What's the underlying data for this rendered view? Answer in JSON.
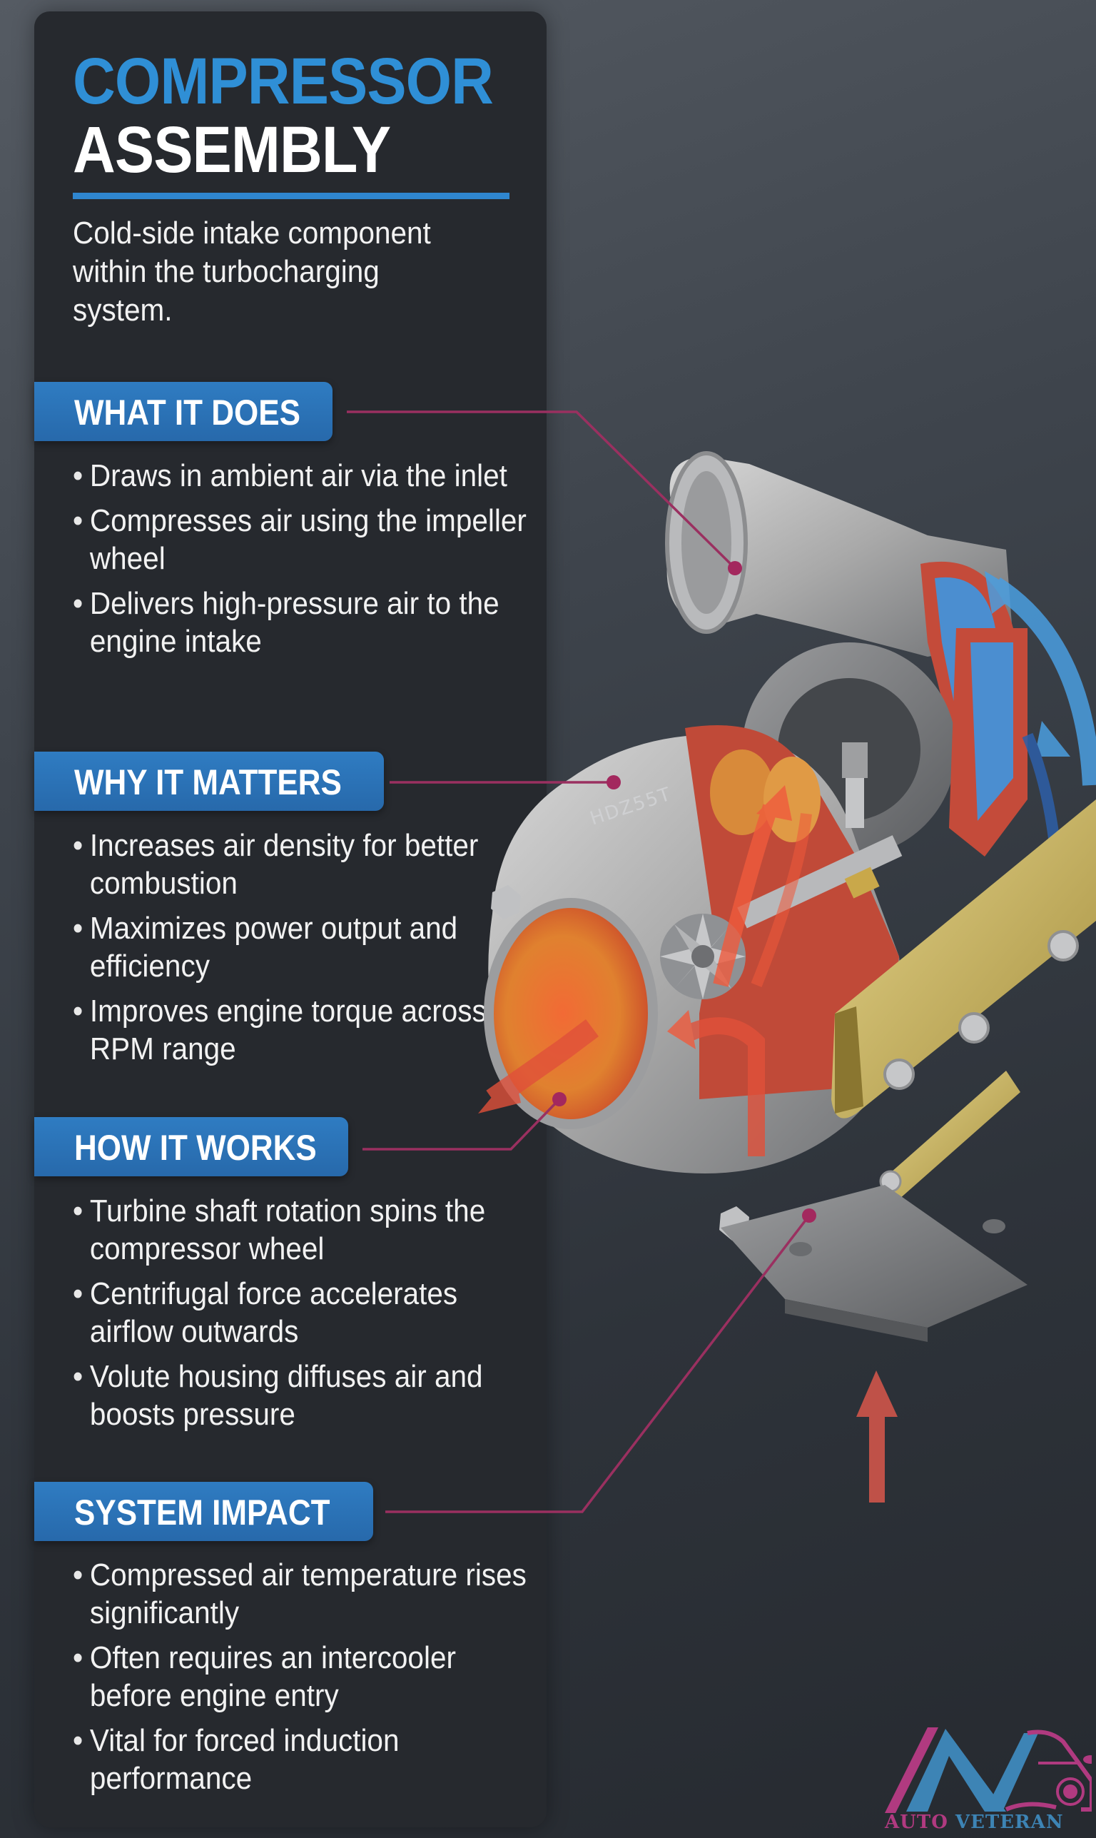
{
  "title": {
    "line1": "COMPRESSOR",
    "line2": "ASSEMBLY",
    "subtitle": "Cold-side intake component within the turbocharging system."
  },
  "sections": [
    {
      "heading": "WHAT IT DOES",
      "bullets": [
        "Draws in ambient air via the inlet",
        "Compresses air using the impeller wheel",
        "Delivers high-pressure air to the engine intake"
      ]
    },
    {
      "heading": "WHY IT MATTERS",
      "bullets": [
        "Increases air density for better combustion",
        "Maximizes power output and efficiency",
        "Improves engine torque across RPM range"
      ]
    },
    {
      "heading": "HOW IT WORKS",
      "bullets": [
        "Turbine shaft rotation spins the compressor wheel",
        "Centrifugal force accelerates airflow outwards",
        "Volute housing diffuses air and boosts pressure"
      ]
    },
    {
      "heading": "SYSTEM IMPACT",
      "bullets": [
        "Compressed air temperature rises significantly",
        "Often requires an intercooler before engine entry",
        "Vital for forced induction performance"
      ]
    }
  ],
  "illustration": {
    "subject": "turbocharger cutaway (compressor assembly)",
    "housing_marking": "HDZ55T",
    "callouts": [
      {
        "section": "WHAT IT DOES",
        "target": "compressor inlet"
      },
      {
        "section": "WHY IT MATTERS",
        "target": "compressor housing"
      },
      {
        "section": "HOW IT WORKS",
        "target": "compressor outlet / volute"
      },
      {
        "section": "SYSTEM IMPACT",
        "target": "mounting flange"
      }
    ]
  },
  "bullet_glyph": "•",
  "logo": {
    "word1": "AUTO",
    "word2": "VETERAN"
  },
  "colors": {
    "accent_blue": "#2f8fd6",
    "tab_blue": "#2a72b8",
    "leader_magenta": "#9a3060",
    "panel": "#26292e",
    "logo_magenta": "#b03a80",
    "logo_blue": "#3d84b5",
    "hot_air": "#e0503a",
    "cold_air": "#4a9ee0"
  }
}
